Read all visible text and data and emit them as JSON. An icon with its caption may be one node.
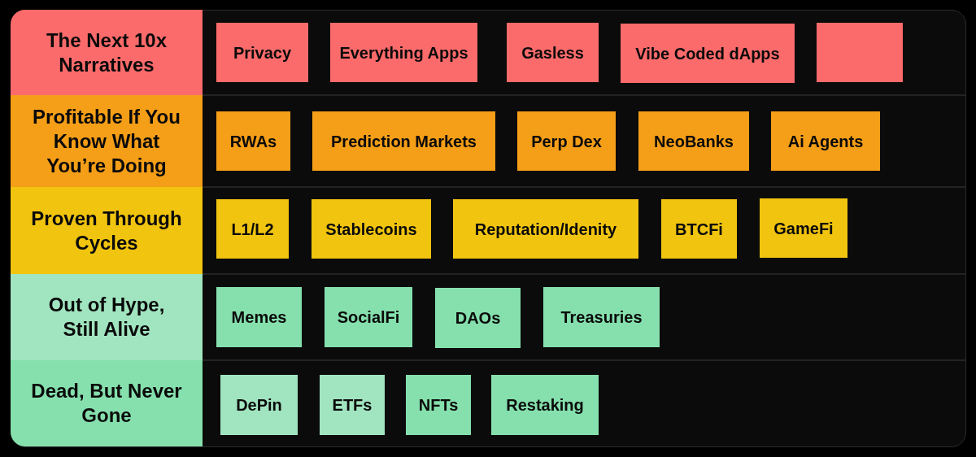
{
  "diagram": {
    "nodes": [
      {
        "text": [
          "The Next 10x Narratives"
        ]
      },
      {
        "text": [
          "Privacy"
        ]
      },
      {
        "text": [
          "Everything Apps"
        ]
      },
      {
        "text": [
          "Gasless"
        ]
      },
      {
        "text": [
          "Vibe Coded dApps"
        ]
      },
      {
        "text": [],
        "shape": "box"
      },
      {
        "text": [
          "Profitable If You Know What You’re Doing"
        ]
      },
      {
        "text": [
          "RWAs"
        ]
      },
      {
        "text": [
          "Prediction Markets"
        ]
      },
      {
        "text": [
          "Perp Dex"
        ]
      },
      {
        "text": [
          "NeoBanks"
        ]
      },
      {
        "text": [
          "Ai Agents"
        ]
      },
      {
        "text": [
          "Proven Through Cycles"
        ]
      },
      {
        "text": [
          "L1/L2"
        ]
      },
      {
        "text": [
          "Stablecoins"
        ]
      },
      {
        "text": [
          "Reputation/Idenity"
        ]
      },
      {
        "text": [
          "BTCFi"
        ]
      },
      {
        "text": [
          "GameFi"
        ]
      },
      {
        "text": [
          "Out of Hype, Still Alive"
        ]
      },
      {
        "text": [
          "Memes"
        ]
      },
      {
        "text": [
          "SocialFi"
        ]
      },
      {
        "text": [
          "DAOs"
        ]
      },
      {
        "text": [
          "Treasuries"
        ]
      },
      {
        "text": [
          "Dead, But Never Gone"
        ]
      },
      {
        "text": [
          "DePin"
        ]
      },
      {
        "text": [
          "ETFs"
        ]
      },
      {
        "text": [
          "NFTs"
        ]
      },
      {
        "text": [
          "Restaking"
        ]
      }
    ]
  }
}
